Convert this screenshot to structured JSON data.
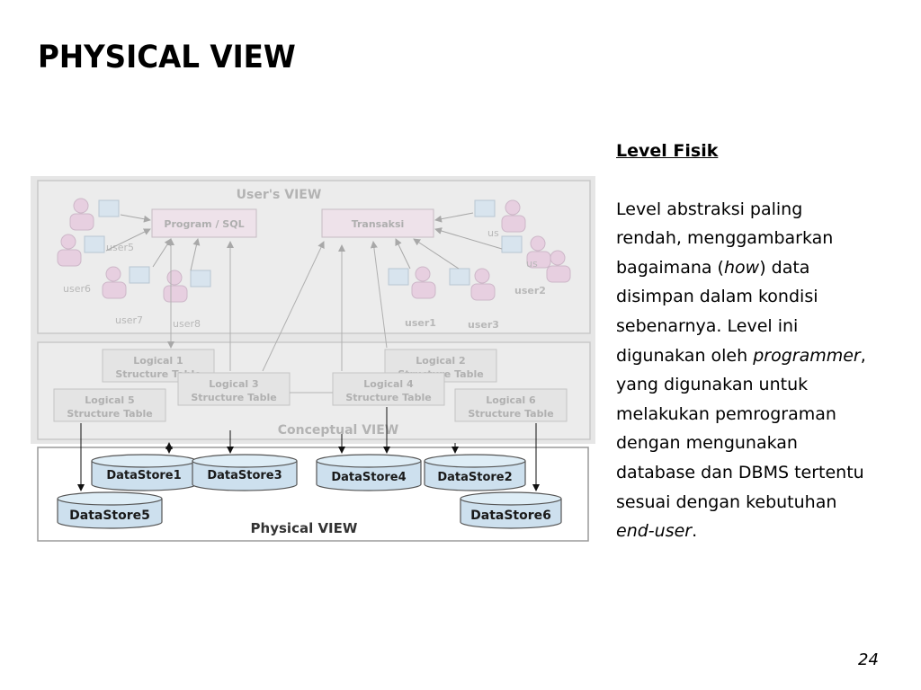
{
  "slide": {
    "title": "PHYSICAL VIEW",
    "page_number": "24"
  },
  "diagram": {
    "users_view_label": "User's VIEW",
    "conceptual_view_label": "Conceptual VIEW",
    "physical_view_label": "Physical VIEW",
    "program_box": "Program / SQL",
    "transaksi_box": "Transaksi",
    "users_left": [
      "user5",
      "user6",
      "user7",
      "user8"
    ],
    "users_right": [
      "us",
      "us",
      "user2",
      "user1",
      "user3"
    ],
    "logical_tables": [
      {
        "line1": "Logical 1",
        "line2": "Structure Table"
      },
      {
        "line1": "Logical 2",
        "line2": "Structure Table"
      },
      {
        "line1": "Logical 3",
        "line2": "Structure Table"
      },
      {
        "line1": "Logical 4",
        "line2": "Structure Table"
      },
      {
        "line1": "Logical 5",
        "line2": "Structure Table"
      },
      {
        "line1": "Logical 6",
        "line2": "Structure Table"
      }
    ],
    "datastores": [
      "DataStore1",
      "DataStore3",
      "DataStore4",
      "DataStore2",
      "DataStore5",
      "DataStore6"
    ]
  },
  "text_panel": {
    "heading": "Level Fisik",
    "lines": [
      "Level abstraksi paling",
      "rendah, menggambarkan",
      "bagaimana (",
      "how",
      ") data",
      "disimpan dalam kondisi",
      "sebenarnya. Level ini",
      "digunakan oleh ",
      "programmer",
      ",",
      "yang digunakan untuk",
      "melakukan pemrograman",
      "dengan mengunakan",
      "database dan DBMS tertentu",
      "sesuai dengan kebutuhan",
      "end-user",
      "."
    ]
  }
}
